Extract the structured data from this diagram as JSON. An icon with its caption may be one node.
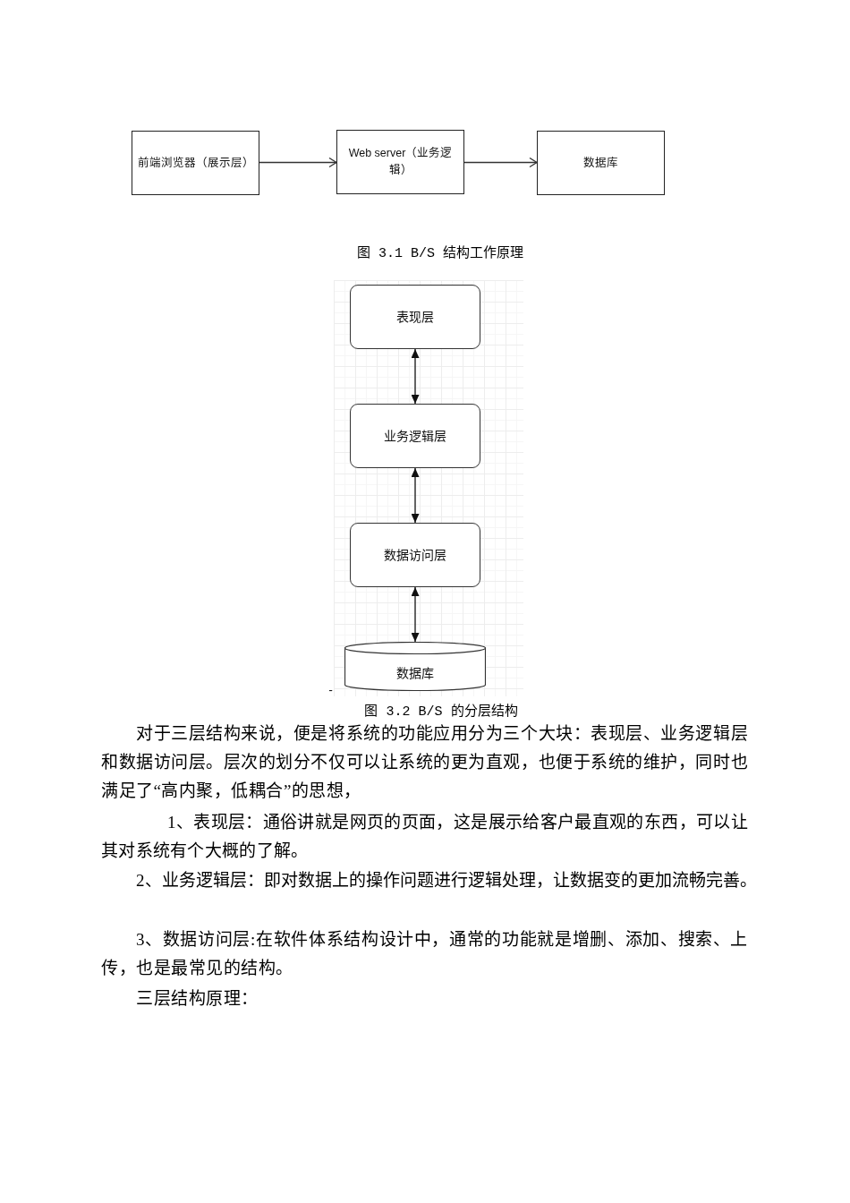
{
  "diagram": {
    "nodes": [
      {
        "text": [
          "前端浏览器（展示层）"
        ]
      },
      {
        "text": [
          "Web server（业务逻辑）"
        ]
      },
      {
        "text": [
          "数据库"
        ]
      },
      {
        "text": [
          "表现层"
        ]
      },
      {
        "text": [
          "业务逻辑层"
        ]
      },
      {
        "text": [
          "数据访问层"
        ]
      },
      {
        "text": [
          "数据库"
        ]
      }
    ],
    "edges": [
      {
        "from": 0,
        "to": 1,
        "arrow": "to"
      },
      {
        "from": 1,
        "to": 2,
        "arrow": "to"
      },
      {
        "from": 3,
        "to": 4,
        "arrow": "both"
      },
      {
        "from": 4,
        "to": 5,
        "arrow": "both"
      },
      {
        "from": 5,
        "to": 6,
        "arrow": "both"
      }
    ],
    "labels": [
      "图 3.1 B/S 结构工作原理",
      "-",
      "图 3.2 B/S 的分层结构",
      "对于三层结构来说，便是将系统的功能应用分为三个大块：表现层、业务逻辑层和数据访问层。层次的划分不仅可以让系统的更为直观，也便于系统的维护，同时也满足了“高内聚，低耦合”的思想，",
      "1、表现层：通俗讲就是网页的页面，这是展示给客户最直观的东西，可以让其对系统有个大概的了解。",
      "2、业务逻辑层：即对数据上的操作问题进行逻辑处理，让数据变的更加流畅完善。",
      "3、数据访问层:在软件体系结构设计中，通常的功能就是增删、添加、搜索、上传，也是最常见的结构。",
      "三层结构原理："
    ]
  }
}
